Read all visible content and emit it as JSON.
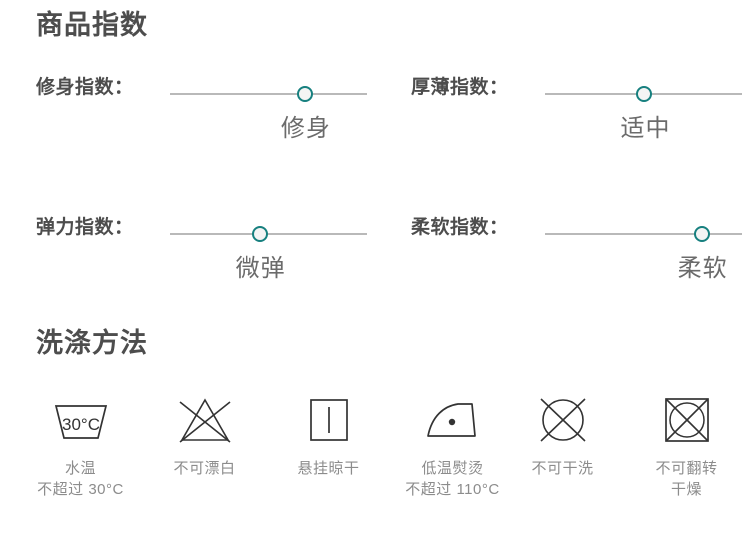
{
  "sections": {
    "index_title": "商品指数",
    "wash_title": "洗涤方法"
  },
  "colors": {
    "accent": "#17807f",
    "heading": "#4d4d4d",
    "track": "#b9b9b9",
    "value_text": "#6b6b6b",
    "caption_text": "#8c8c8c",
    "icon_stroke": "#333333",
    "background": "#ffffff"
  },
  "indices": [
    {
      "label": "修身指数：",
      "value": "修身",
      "percent": 69
    },
    {
      "label": "厚薄指数：",
      "value": "适中",
      "percent": 51
    },
    {
      "label": "弹力指数：",
      "value": "微弹",
      "percent": 46
    },
    {
      "label": "柔软指数：",
      "value": "柔软",
      "percent": 80
    }
  ],
  "wash_care": [
    {
      "icon": "wash-tub-30c-icon",
      "temperature": "30°C",
      "caption": "水温\n不超过 30°C"
    },
    {
      "icon": "do-not-bleach-icon",
      "caption": "不可漂白"
    },
    {
      "icon": "line-dry-icon",
      "caption": "悬挂晾干"
    },
    {
      "icon": "iron-low-heat-icon",
      "caption": "低温熨烫\n不超过 110°C"
    },
    {
      "icon": "do-not-dry-clean-icon",
      "caption": "不可干洗"
    },
    {
      "icon": "do-not-tumble-dry-icon",
      "caption": "不可翻转\n干燥"
    }
  ]
}
